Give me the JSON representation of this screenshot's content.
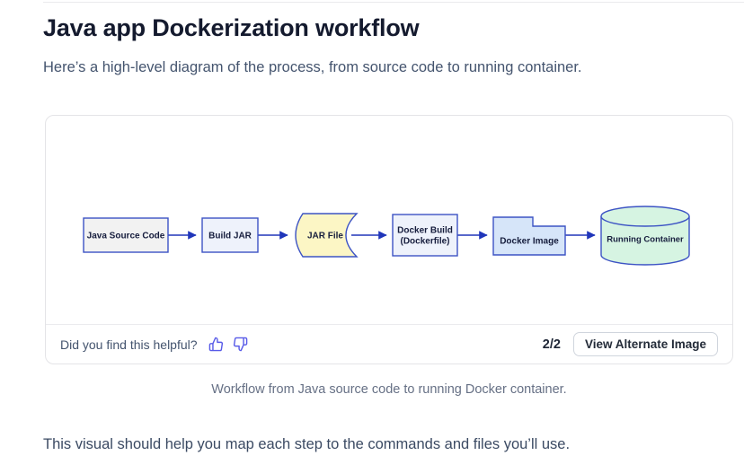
{
  "page": {
    "title": "Java app Dockerization workflow",
    "subtitle": "Here’s a high-level diagram of the process, from source code to running container.",
    "closing_text": "This visual should help you map each step to the commands and files you’ll use."
  },
  "figure": {
    "caption": "Workflow from Java source code to running Docker container.",
    "feedback_question": "Did you find this helpful?",
    "pager": "2/2",
    "alternate_button_label": "View Alternate Image",
    "icons": {
      "thumbs_up": "thumbs-up-icon",
      "thumbs_down": "thumbs-down-icon"
    },
    "accent_color": "#585be8"
  },
  "diagram": {
    "type": "flowchart",
    "direction": "left-to-right",
    "stroke_color": "#3c53c4",
    "arrow_color": "#2036ba",
    "nodes": [
      {
        "id": "java-source-code",
        "label": "Java Source Code",
        "shape": "rectangle",
        "fill": "#f2f2f2"
      },
      {
        "id": "build-jar",
        "label": "Build JAR",
        "shape": "rectangle",
        "fill": "#eef2fb"
      },
      {
        "id": "jar-file",
        "label": "JAR File",
        "shape": "stored-data",
        "fill": "#fcf6c5"
      },
      {
        "id": "docker-build",
        "label": "Docker Build (Dockerfile)",
        "label_lines": [
          "Docker Build",
          "(Dockerfile)"
        ],
        "shape": "rectangle",
        "fill": "#eef2fb"
      },
      {
        "id": "docker-image",
        "label": "Docker Image",
        "shape": "folder-tab",
        "fill": "#d6e5f9"
      },
      {
        "id": "running-container",
        "label": "Running Container",
        "shape": "cylinder",
        "fill": "#d6f4e2"
      }
    ],
    "edges": [
      {
        "from": "java-source-code",
        "to": "build-jar"
      },
      {
        "from": "build-jar",
        "to": "jar-file"
      },
      {
        "from": "jar-file",
        "to": "docker-build"
      },
      {
        "from": "docker-build",
        "to": "docker-image"
      },
      {
        "from": "docker-image",
        "to": "running-container"
      }
    ]
  }
}
